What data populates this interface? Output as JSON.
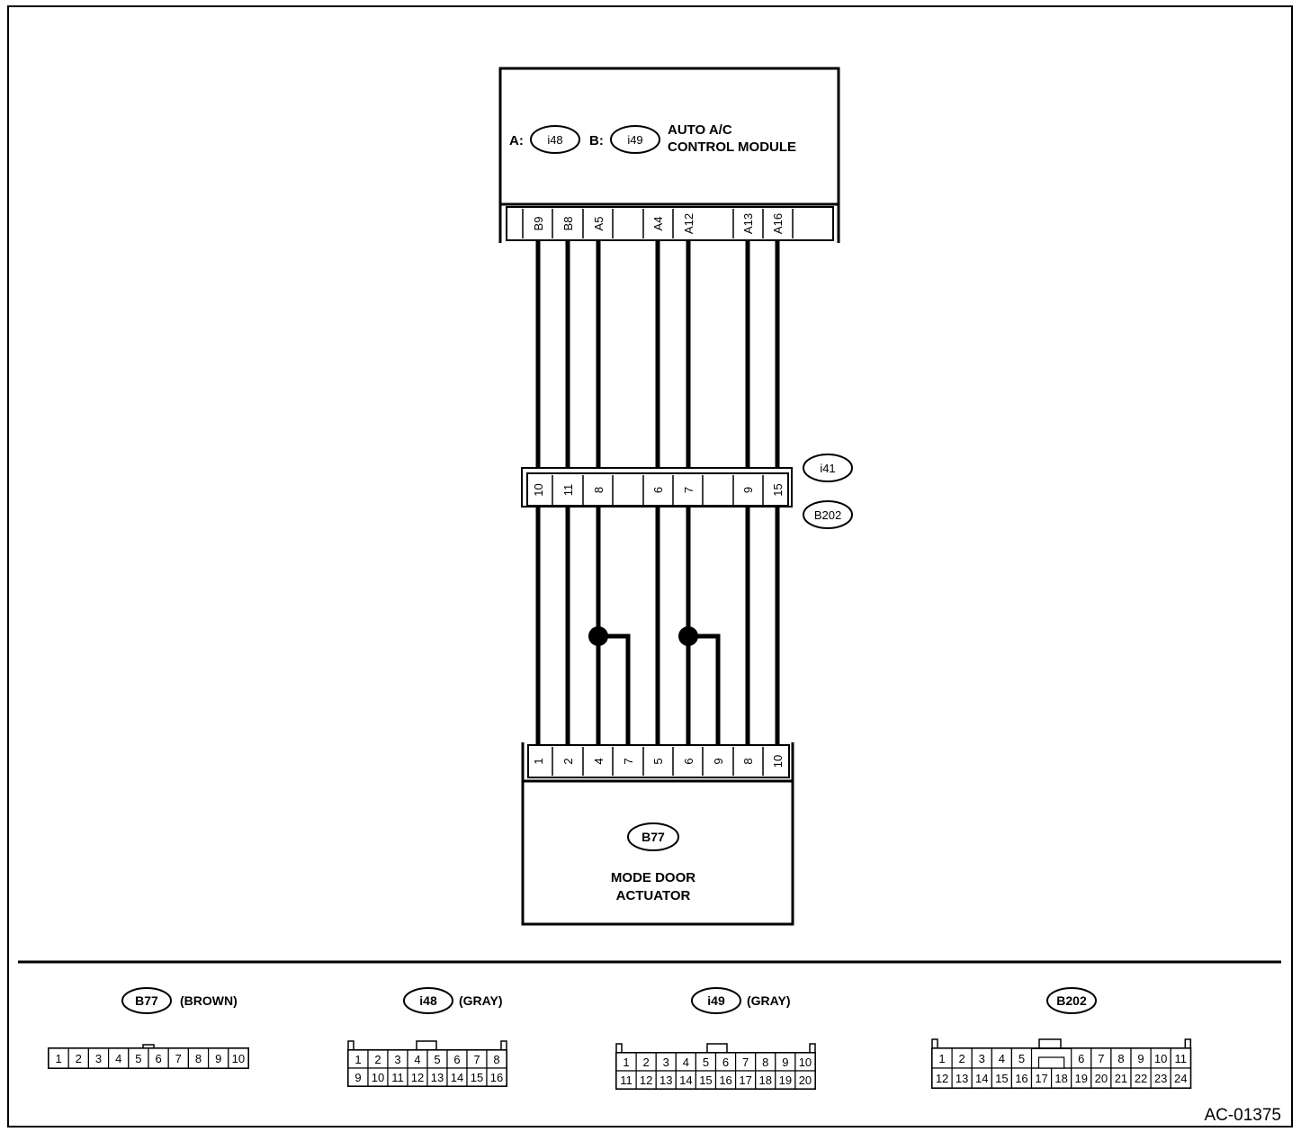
{
  "module": {
    "conn_a_label": "A:",
    "conn_a_id": "i48",
    "conn_b_label": "B:",
    "conn_b_id": "i49",
    "title_line1": "AUTO A/C",
    "title_line2": "CONTROL MODULE"
  },
  "module_pins": [
    "B9",
    "B8",
    "A5",
    "",
    "A4",
    "A12",
    "",
    "A13",
    "A16",
    ""
  ],
  "junction": {
    "upper_id": "i41",
    "lower_id": "B202",
    "pins": [
      "10",
      "11",
      "8",
      "",
      "6",
      "7",
      "",
      "9",
      "15"
    ]
  },
  "actuator": {
    "conn_id": "B77",
    "name_line1": "MODE DOOR",
    "name_line2": "ACTUATOR",
    "pins": [
      "1",
      "2",
      "4",
      "7",
      "5",
      "6",
      "9",
      "8",
      "10"
    ]
  },
  "connector_views": [
    {
      "id": "B77",
      "color": "(BROWN)",
      "rows": [
        [
          "1",
          "2",
          "3",
          "4",
          "5",
          "6",
          "7",
          "8",
          "9",
          "10"
        ]
      ]
    },
    {
      "id": "i48",
      "color": "(GRAY)",
      "rows": [
        [
          "1",
          "2",
          "3",
          "4",
          "5",
          "6",
          "7",
          "8"
        ],
        [
          "9",
          "10",
          "11",
          "12",
          "13",
          "14",
          "15",
          "16"
        ]
      ]
    },
    {
      "id": "i49",
      "color": "(GRAY)",
      "rows": [
        [
          "1",
          "2",
          "3",
          "4",
          "5",
          "6",
          "7",
          "8",
          "9",
          "10"
        ],
        [
          "11",
          "12",
          "13",
          "14",
          "15",
          "16",
          "17",
          "18",
          "19",
          "20"
        ]
      ]
    },
    {
      "id": "B202",
      "color": "",
      "rows": [
        [
          "1",
          "2",
          "3",
          "4",
          "5",
          "",
          "",
          "6",
          "7",
          "8",
          "9",
          "10",
          "11"
        ],
        [
          "12",
          "13",
          "14",
          "15",
          "16",
          "17",
          "18",
          "19",
          "20",
          "21",
          "22",
          "23",
          "24"
        ]
      ]
    }
  ],
  "figure_code": "AC-01375"
}
